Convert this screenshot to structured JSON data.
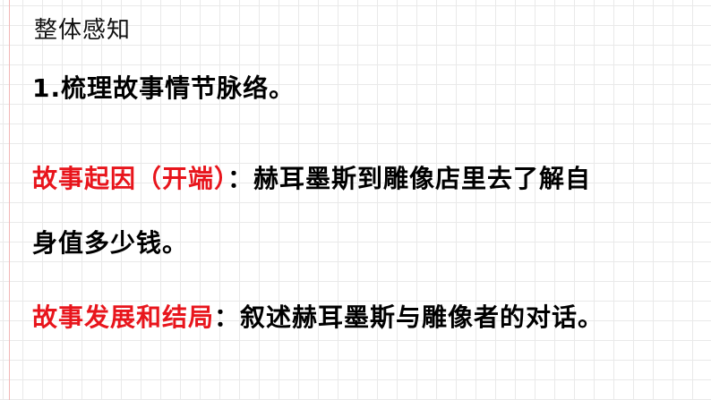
{
  "section_title": "整体感知",
  "heading": "1.梳理故事情节脉络。",
  "cause": {
    "label": "故事起因（开端）",
    "text_line1": "：赫耳墨斯到雕像店里去了解自",
    "text_line2": "身值多少钱。"
  },
  "development": {
    "label": "故事发展和结局",
    "text": "：叙述赫耳墨斯与雕像者的对话。"
  },
  "colors": {
    "label_red": "#e8151c",
    "text_black": "#000000",
    "grid_line": "#e9e9e9"
  }
}
